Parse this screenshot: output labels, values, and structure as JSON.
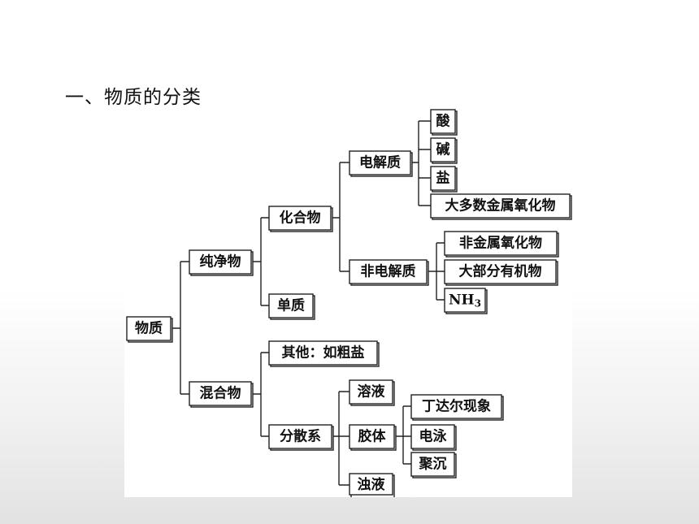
{
  "heading": "一、物质的分类",
  "nodes": {
    "wuzhi": "物质",
    "chunjingwu": "纯净物",
    "hunhewu": "混合物",
    "huahewu": "化合物",
    "danzhi": "单质",
    "diianjiezhi": "电解质",
    "feidianjiezhi": "非电解质",
    "suan": "酸",
    "jian": "碱",
    "yan": "盐",
    "jinshu_yanghuawu": "大多数金属氧化物",
    "feijinshu_yanghuawu": "非金属氧化物",
    "youjiwu": "大部分有机物",
    "nh3_base": "NH",
    "nh3_sub": "3",
    "qita": "其他：如粗盐",
    "fensanxi": "分散系",
    "rongye": "溶液",
    "jiaoti": "胶体",
    "zhuoye": "浊液",
    "dingdaer": "丁达尔现象",
    "dianyong": "电泳",
    "jucheng": "聚沉"
  }
}
